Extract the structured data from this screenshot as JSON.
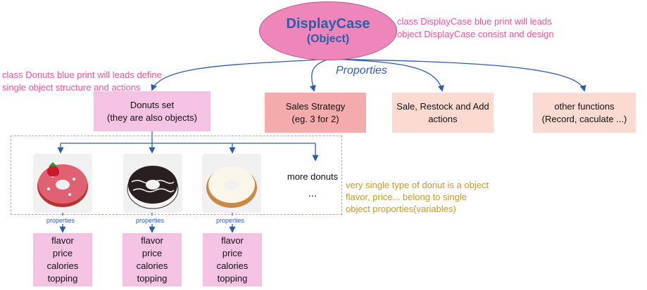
{
  "root": {
    "title": "DisplayCase",
    "subtitle": "(Object)"
  },
  "root_note": "class DisplayCase blue print will leads\nobject DisplayCase consist and design",
  "donut_note": "class Donuts blue print will leads define\nsingle object structure and actions",
  "properties_label": "Proporties",
  "children": {
    "donuts": "Donuts set\n(they are also objects)",
    "sales": "Sales Strategy\n(eg. 3 for 2)",
    "restock": "Sale, Restock and Add\nactions",
    "other": "other functions\n(Record, caculate ...)"
  },
  "more_donuts": {
    "label": "more donuts",
    "ellipsis": "..."
  },
  "object_note": "very single type of donut is a object\nflavor, price... belong to single\nobject proporties(variables)",
  "small_label": "properties",
  "attributes": [
    "flavor",
    "price",
    "calories",
    "topping"
  ],
  "colors": {
    "root_fill": "#ee86bc",
    "title_blue": "#2d5ca8",
    "note_pink": "#e0559c",
    "note_gold": "#c29a25",
    "arrow_blue": "#2d5ca8"
  }
}
